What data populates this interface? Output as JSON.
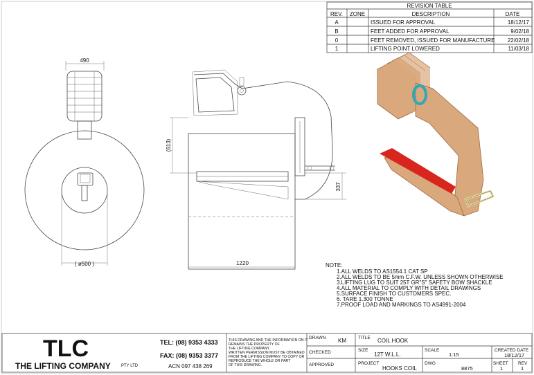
{
  "revision_table": {
    "title": "REVISION TABLE",
    "headers": [
      "REV.",
      "ZONE",
      "DESCRIPTION",
      "DATE"
    ],
    "rows": [
      [
        "A",
        "",
        "ISSUED FOR APPROVAL",
        "18/12/17"
      ],
      [
        "B",
        "",
        "FEET ADDED FOR APPROVAL",
        "9/02/18"
      ],
      [
        "0",
        "",
        "FEET REMOVED, ISSUED FOR MANUFACTURE",
        "22/02/18"
      ],
      [
        "1",
        "",
        "LIFTING POINT LOWERED",
        "11/03/18"
      ]
    ]
  },
  "dimensions": {
    "width_top": "490",
    "coil_dia": "( ø500 )",
    "height_613": "(613)",
    "height_337": "337",
    "length": "1220"
  },
  "notes": {
    "title": "NOTE:",
    "items": [
      "1.ALL WELDS TO AS1554.1 CAT SP",
      "2.ALL WELDS TO BE 5mm C.F.W. UNLESS SHOWN OTHERWISE",
      "3.LIFTING LUG TO SUIT 25T GR\"S\" SAFETY BOW SHACKLE",
      "4.ALL MATERIAL TO COMPLY WITH DETAIL DRAWINGS",
      "5.SURFACE FINISH TO CUSTOMERS SPEC.",
      "6. TARE 1.300 TONNE",
      "7.PROOF LOAD AND MARKINGS TO AS4991-2004"
    ]
  },
  "title_block": {
    "logo": "TLC",
    "company": "THE LIFTING COMPANY",
    "pty": "PTY LTD",
    "tel": "TEL: (08) 9353 4333",
    "fax": "FAX: (08) 9353 3377",
    "acn": "ACN 097 438 269",
    "disclaimer": [
      "THIS DRAWING AND THE INFORMATION ON IT",
      "REMAINS THE PROPERTY OF",
      "THE LIFTING COMPANY.",
      "WRITTEN PERMISSION MUST BE OBTAINED",
      "FROM THE LIFTING COMPANY TO COPY OR",
      "REPRODUCE THE WHOLE OR PART",
      "OF THIS DRAWING."
    ],
    "drawn_label": "DRAWN",
    "drawn_value": "KM",
    "checked_label": "CHECKED",
    "approved_label": "APPROVED",
    "title_label": "TITLE",
    "title_value": "COIL HOOK",
    "size_label": "SIZE",
    "size_value": "12T W.L.L.",
    "scale_label": "SCALE",
    "scale_value": "1:15",
    "created_label": "CREATED DATE",
    "created_value": "18/12/17",
    "project_label": "PROJECT",
    "project_value": "HOOKS COIL",
    "dwg_label": "DWG",
    "dwg_value": "8875",
    "sheet_label": "SHEET",
    "sheet_value": "1",
    "rev_label": "REV",
    "rev_value": "1"
  },
  "colors": {
    "hook_body": "#d9a87c",
    "hook_edge": "#a0693f",
    "pad": "#d8261e",
    "shackle": "#2fa8b8",
    "handle": "#e8e0a0"
  }
}
